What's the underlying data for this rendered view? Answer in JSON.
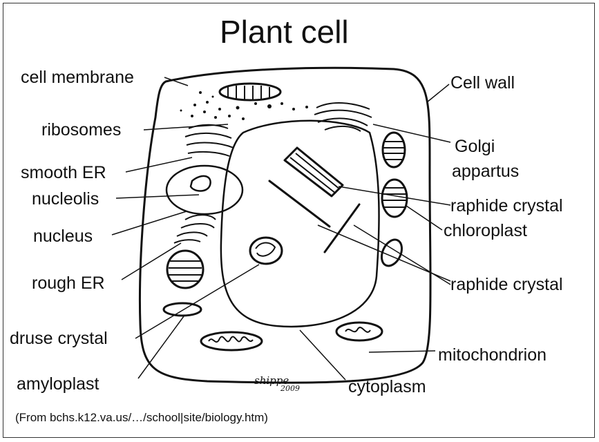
{
  "title": "Plant cell",
  "labels": {
    "cell_membrane": "cell membrane",
    "ribosomes": "ribosomes",
    "smooth_er": "smooth ER",
    "nucleolis": "nucleolis",
    "nucleus": "nucleus",
    "rough_er": "rough ER",
    "druse_crystal": "druse crystal",
    "amyloplast": "amyloplast",
    "cell_wall": "Cell wall",
    "golgi_line1": "Golgi",
    "golgi_line2": "appartus",
    "raphide_crystal_1": "raphide crystal",
    "chloroplast": "chloroplast",
    "raphide_crystal_2": "raphide crystal",
    "mitochondrion": "mitochondrion",
    "cytoplasm": "cytoplasm"
  },
  "signature": {
    "name": "shippe",
    "year": "2009"
  },
  "source": "(From bchs.k12.va.us/…/school|site/biology.htm)"
}
